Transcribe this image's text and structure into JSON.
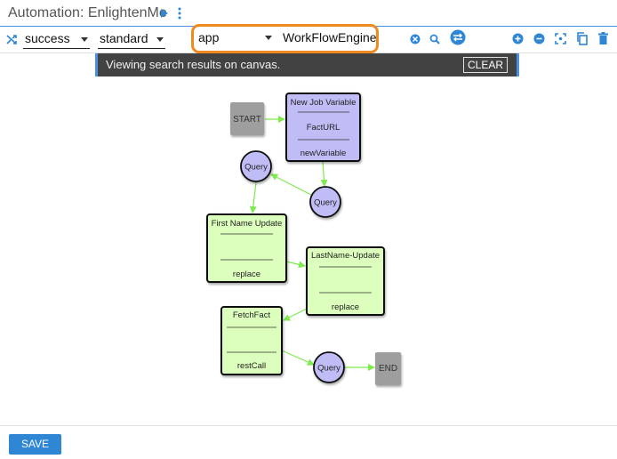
{
  "header": {
    "title": "Automation: EnlightenMe"
  },
  "toolbar": {
    "filter1": "success",
    "filter2": "standard",
    "search_field": "app",
    "search_value": "WorkFlowEngine"
  },
  "banner": {
    "text": "Viewing search results on canvas.",
    "clear_label": "CLEAR"
  },
  "workflow": {
    "start": "START",
    "end": "END",
    "new_job": {
      "title": "New Job Variable",
      "line1": "FactURL",
      "line2": "newVariable"
    },
    "query1": "Query",
    "query2": "Query",
    "query3": "Query",
    "first_name": {
      "title": "First Name Update",
      "line1": "",
      "line2": "replace"
    },
    "last_name": {
      "title": "LastName-Update",
      "line1": "",
      "line2": "replace"
    },
    "fetch_fact": {
      "title": "FetchFact",
      "line1": "",
      "line2": "restCall"
    }
  },
  "footer": {
    "save_label": "SAVE"
  },
  "colors": {
    "accent": "#2f86d5",
    "highlight": "#ef8a1f",
    "task_purple": "#c0bcf6",
    "task_green": "#dcffbd",
    "edge": "#7dea4e"
  }
}
